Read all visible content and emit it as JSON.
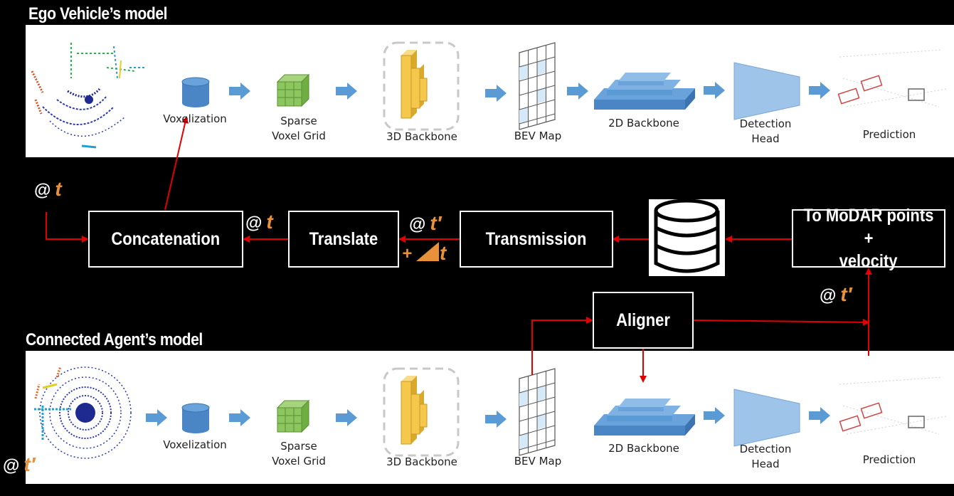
{
  "titles": {
    "ego": "Ego Vehicle’s model",
    "agent": "Connected Agent’s model"
  },
  "pipeline_labels": {
    "voxelization": "Voxelization",
    "sparse_line1": "Sparse",
    "sparse_line2": "Voxel Grid",
    "backbone3d": "3D Backbone",
    "bev": "BEV Map",
    "backbone2d": "2D Backbone",
    "det_line1": "Detection",
    "det_line2": "Head",
    "prediction": "Prediction"
  },
  "boxes": {
    "concatenation": "Concatenation",
    "translate": "Translate",
    "transmission": "Transmission",
    "modar_line1": "To MoDAR points +",
    "modar_line2": "velocity",
    "aligner": "Aligner"
  },
  "stamps": {
    "at": "@",
    "t": "t",
    "t_prime": "t′",
    "plus": "+",
    "delta_t": "t"
  },
  "colors": {
    "arrow_red": "#e00000",
    "pipeline_arrow_blue": "#5b9bd5",
    "orange": "#e8913a",
    "voxel_green": "#7fbf4f",
    "backbone_yellow": "#f5c84c",
    "bev_fill": "#d6e9f8",
    "backbone2d_blue": "#5b9bd5"
  },
  "icons": [
    "point-cloud-icon",
    "cylinder-icon",
    "voxel-cube-icon",
    "backbone-3d-icon",
    "bev-grid-icon",
    "layer-stack-icon",
    "trapezoid-icon",
    "prediction-scene-icon",
    "database-icon",
    "delta-triangle-icon"
  ]
}
